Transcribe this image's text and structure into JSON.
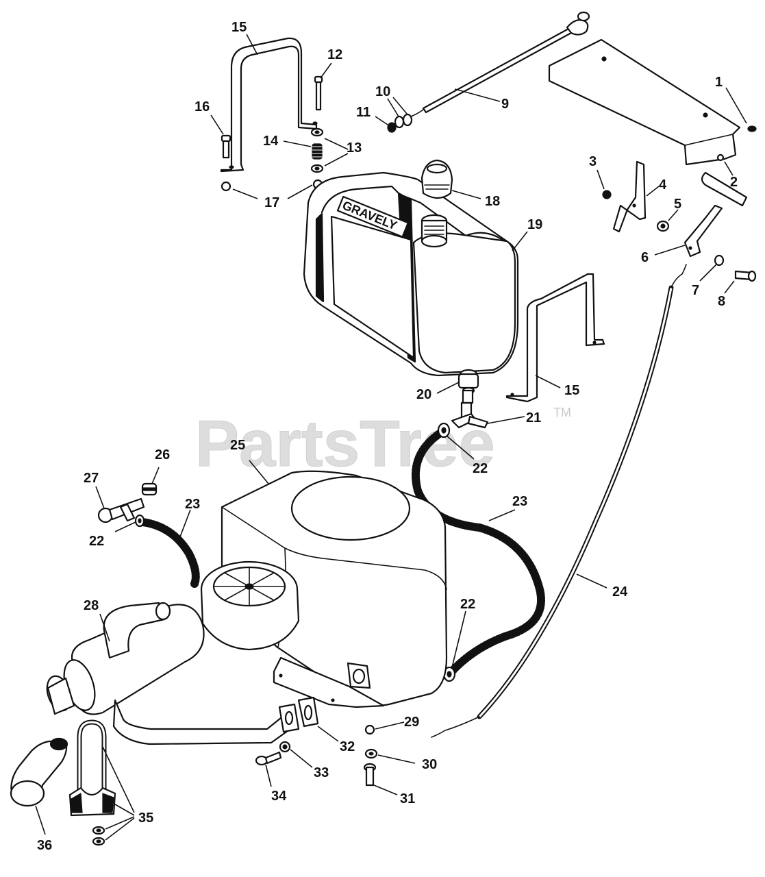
{
  "watermark": {
    "text": "PartsTree",
    "tm": "TM"
  },
  "tank_brand": "GRAVELY",
  "callouts": [
    {
      "id": "c1",
      "label": "1"
    },
    {
      "id": "c2",
      "label": "2"
    },
    {
      "id": "c3",
      "label": "3"
    },
    {
      "id": "c4",
      "label": "4"
    },
    {
      "id": "c5",
      "label": "5"
    },
    {
      "id": "c6",
      "label": "6"
    },
    {
      "id": "c7",
      "label": "7"
    },
    {
      "id": "c8",
      "label": "8"
    },
    {
      "id": "c9",
      "label": "9"
    },
    {
      "id": "c10",
      "label": "10"
    },
    {
      "id": "c11",
      "label": "11"
    },
    {
      "id": "c12",
      "label": "12"
    },
    {
      "id": "c13",
      "label": "13"
    },
    {
      "id": "c14",
      "label": "14"
    },
    {
      "id": "c15a",
      "label": "15"
    },
    {
      "id": "c15b",
      "label": "15"
    },
    {
      "id": "c16",
      "label": "16"
    },
    {
      "id": "c17",
      "label": "17"
    },
    {
      "id": "c18",
      "label": "18"
    },
    {
      "id": "c19",
      "label": "19"
    },
    {
      "id": "c20",
      "label": "20"
    },
    {
      "id": "c21",
      "label": "21"
    },
    {
      "id": "c22a",
      "label": "22"
    },
    {
      "id": "c22b",
      "label": "22"
    },
    {
      "id": "c22c",
      "label": "22"
    },
    {
      "id": "c23a",
      "label": "23"
    },
    {
      "id": "c23b",
      "label": "23"
    },
    {
      "id": "c24",
      "label": "24"
    },
    {
      "id": "c25",
      "label": "25"
    },
    {
      "id": "c26",
      "label": "26"
    },
    {
      "id": "c27",
      "label": "27"
    },
    {
      "id": "c28",
      "label": "28"
    },
    {
      "id": "c29",
      "label": "29"
    },
    {
      "id": "c30",
      "label": "30"
    },
    {
      "id": "c31",
      "label": "31"
    },
    {
      "id": "c32",
      "label": "32"
    },
    {
      "id": "c33",
      "label": "33"
    },
    {
      "id": "c34",
      "label": "34"
    },
    {
      "id": "c35",
      "label": "35"
    },
    {
      "id": "c36",
      "label": "36"
    }
  ]
}
